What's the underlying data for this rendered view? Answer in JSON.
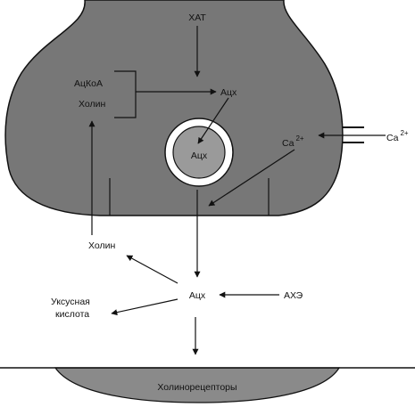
{
  "labels": {
    "enzyme_top": "ХАТ",
    "acetyl_coa": "АцКоА",
    "choline_inner": "Холин",
    "ach_synth": "Ацх",
    "ach_vesicle": "Ацх",
    "ca_inner": "Ca",
    "ca_inner_sup": "2+",
    "ca_outer": "Ca",
    "ca_outer_sup": "2+",
    "choline_outer": "Холин",
    "ach_cleft": "Ацх",
    "acetic_acid_line1": "Уксусная",
    "acetic_acid_line2": "кислота",
    "ache": "АХЭ",
    "receptors": "Холинорецепторы"
  },
  "colors": {
    "terminal_fill": "#777777",
    "vesicle_fill": "#9a9a9a",
    "receptor_fill": "#8a8a8a",
    "line": "#111111"
  }
}
